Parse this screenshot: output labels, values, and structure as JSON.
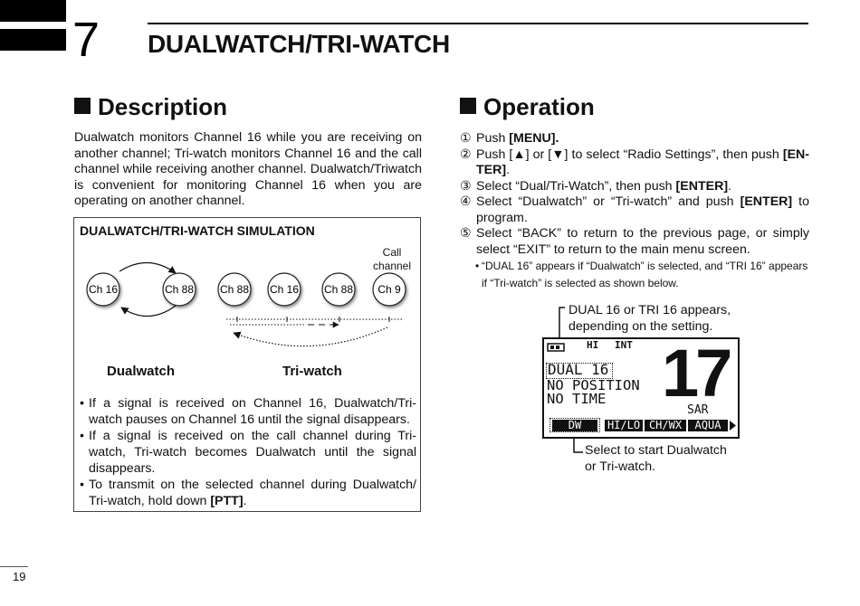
{
  "header": {
    "chapter_number": "7",
    "title": "DUALWATCH/TRI-WATCH"
  },
  "description": {
    "heading": "Description",
    "paragraph": "Dualwatch monitors Channel 16 while you are receiving on another channel; Tri-watch monitors Channel 16 and the call channel while receiving another channel. Dualwatch/Triwatch is convenient for monitoring Channel 16 when you are operating on another channel."
  },
  "simulation": {
    "title": "DUALWATCH/TRI-WATCH SIMULATION",
    "call_channel_label": "Call channel",
    "dualwatch_channels": [
      "Ch 16",
      "Ch 88"
    ],
    "triwatch_channels": [
      "Ch 88",
      "Ch 16",
      "Ch 88",
      "Ch 9"
    ],
    "dualwatch_label": "Dualwatch",
    "triwatch_label": "Tri-watch",
    "bullets": [
      "If a signal is received on Channel 16, Dualwatch/Tri-watch pauses on Channel 16 until the signal disappears.",
      "If a signal is received on the call channel during Tri-watch, Tri-watch becomes Dualwatch until the signal disappears."
    ],
    "bullet3_text": "To transmit on the selected channel during Dualwatch/ Tri-watch, hold down ",
    "bullet3_key": "[PTT]",
    "bullet3_end": "."
  },
  "operation": {
    "heading": "Operation",
    "step1": {
      "num": "①",
      "text": "Push ",
      "key": "[MENU]."
    },
    "step2": {
      "num": "②",
      "text1": "Push [",
      "up": "▲",
      "text2": "] or [",
      "down": "▼",
      "text3": "] to select “Radio Settings”, then push ",
      "key": "[EN-TER]",
      "end": "."
    },
    "step3": {
      "num": "③",
      "text": "Select “Dual/Tri-Watch”, then push ",
      "key": "[ENTER]",
      "end": "."
    },
    "step4": {
      "num": "④",
      "text": "Select “Dualwatch” or “Tri-watch” and push ",
      "key": "[ENTER]",
      "end": " to program."
    },
    "step5": {
      "num": "⑤",
      "text": "Select “BACK” to return to the previous page, or simply select “EXIT” to return to the main menu screen."
    },
    "note": "“DUAL 16” appears if “Dualwatch” is selected, and “TRI 16” appears if “Tri-watch” is selected as shown below.",
    "callout_top": "DUAL 16 or TRI 16 appears, depending on the setting.",
    "callout_bottom": "Select to start Dualwatch or Tri-watch."
  },
  "lcd": {
    "hi": "HI",
    "int": "INT",
    "dual": "DUAL 16",
    "line2": "NO POSITION",
    "line3": "NO TIME",
    "channel": "17",
    "sar": "SAR",
    "softkeys": [
      "DW",
      "HI/LO",
      "CH/WX",
      "AQUA"
    ]
  },
  "page_number": "19"
}
